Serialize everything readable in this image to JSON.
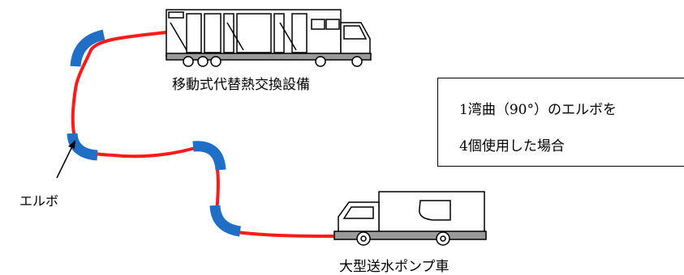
{
  "labels": {
    "heat_exchanger": "移動式代替熱交換設備",
    "pump_truck": "大型送水ポンプ車",
    "elbow": "エルボ"
  },
  "note": {
    "line1": "1湾曲（90°）のエルボを",
    "line2": "4個使用した場合"
  },
  "colors": {
    "hose": "#ff1a1a",
    "elbow": "#1f6fc7",
    "truck_outline": "#000000",
    "truck_chassis": "#9a9a9a"
  },
  "icons": [
    "heat-exchanger-truck-icon",
    "pump-truck-icon",
    "elbow-icon",
    "arrow-icon"
  ]
}
